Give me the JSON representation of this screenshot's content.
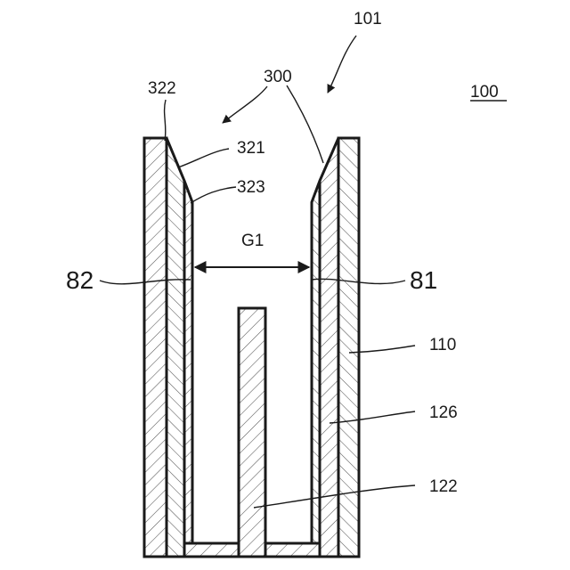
{
  "figure": {
    "assembly_label": "100",
    "labels": {
      "ref_101": "101",
      "ref_300": "300",
      "ref_322": "322",
      "ref_321": "321",
      "ref_323": "323",
      "gap": "G1",
      "ref_82": "82",
      "ref_81": "81",
      "ref_110": "110",
      "ref_126": "126",
      "ref_122": "122"
    },
    "colors": {
      "line": "#1a1a1a",
      "background": "#ffffff",
      "hatch": "#555555"
    }
  }
}
